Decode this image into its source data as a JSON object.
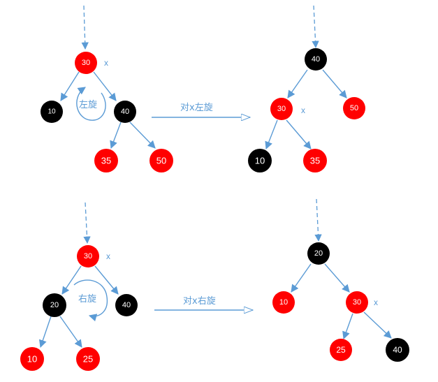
{
  "colors": {
    "red": "#ff0000",
    "black": "#000000",
    "line": "#5b9bd5"
  },
  "top": {
    "before": {
      "nodes": [
        {
          "id": "a30",
          "value": "30",
          "color": "red"
        },
        {
          "id": "a10",
          "value": "10",
          "color": "black"
        },
        {
          "id": "a40",
          "value": "40",
          "color": "black"
        },
        {
          "id": "a35",
          "value": "35",
          "color": "red"
        },
        {
          "id": "a50",
          "value": "50",
          "color": "red"
        }
      ],
      "x_marker": "x",
      "rotation_label": "左旋"
    },
    "operation_label": "对x左旋",
    "after": {
      "nodes": [
        {
          "id": "b40",
          "value": "40",
          "color": "black"
        },
        {
          "id": "b30",
          "value": "30",
          "color": "red"
        },
        {
          "id": "b50",
          "value": "50",
          "color": "red"
        },
        {
          "id": "b10",
          "value": "10",
          "color": "black"
        },
        {
          "id": "b35",
          "value": "35",
          "color": "red"
        }
      ],
      "x_marker": "x"
    }
  },
  "bottom": {
    "before": {
      "nodes": [
        {
          "id": "c30",
          "value": "30",
          "color": "red"
        },
        {
          "id": "c20",
          "value": "20",
          "color": "black"
        },
        {
          "id": "c40",
          "value": "40",
          "color": "black"
        },
        {
          "id": "c10",
          "value": "10",
          "color": "red"
        },
        {
          "id": "c25",
          "value": "25",
          "color": "red"
        }
      ],
      "x_marker": "x",
      "rotation_label": "右旋"
    },
    "operation_label": "对x右旋",
    "after": {
      "nodes": [
        {
          "id": "d20",
          "value": "20",
          "color": "black"
        },
        {
          "id": "d10",
          "value": "10",
          "color": "red"
        },
        {
          "id": "d30",
          "value": "30",
          "color": "red"
        },
        {
          "id": "d25",
          "value": "25",
          "color": "red"
        },
        {
          "id": "d40",
          "value": "40",
          "color": "black"
        }
      ],
      "x_marker": "x"
    }
  }
}
